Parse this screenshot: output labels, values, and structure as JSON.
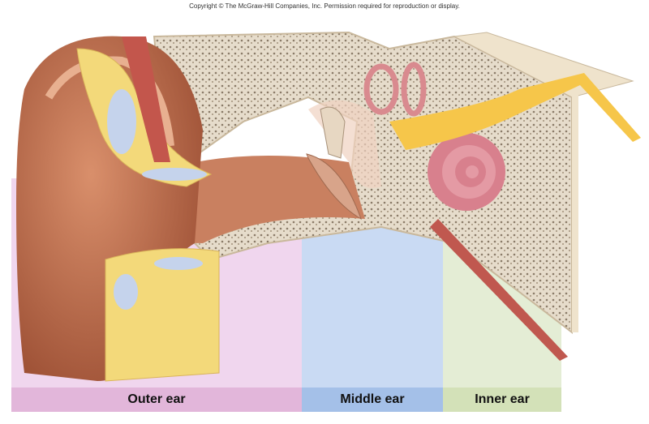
{
  "copyright": "Copyright © The McGraw-Hill Companies, Inc. Permission required for reproduction or display.",
  "regions": [
    {
      "label": "Outer ear",
      "panel_color": "#f0d6ee",
      "band_color": "#e2b6da"
    },
    {
      "label": "Middle ear",
      "panel_color": "#c9daf3",
      "band_color": "#a4c0e8"
    },
    {
      "label": "Inner ear",
      "panel_color": "#e4edd5",
      "band_color": "#d3e1b8"
    }
  ]
}
